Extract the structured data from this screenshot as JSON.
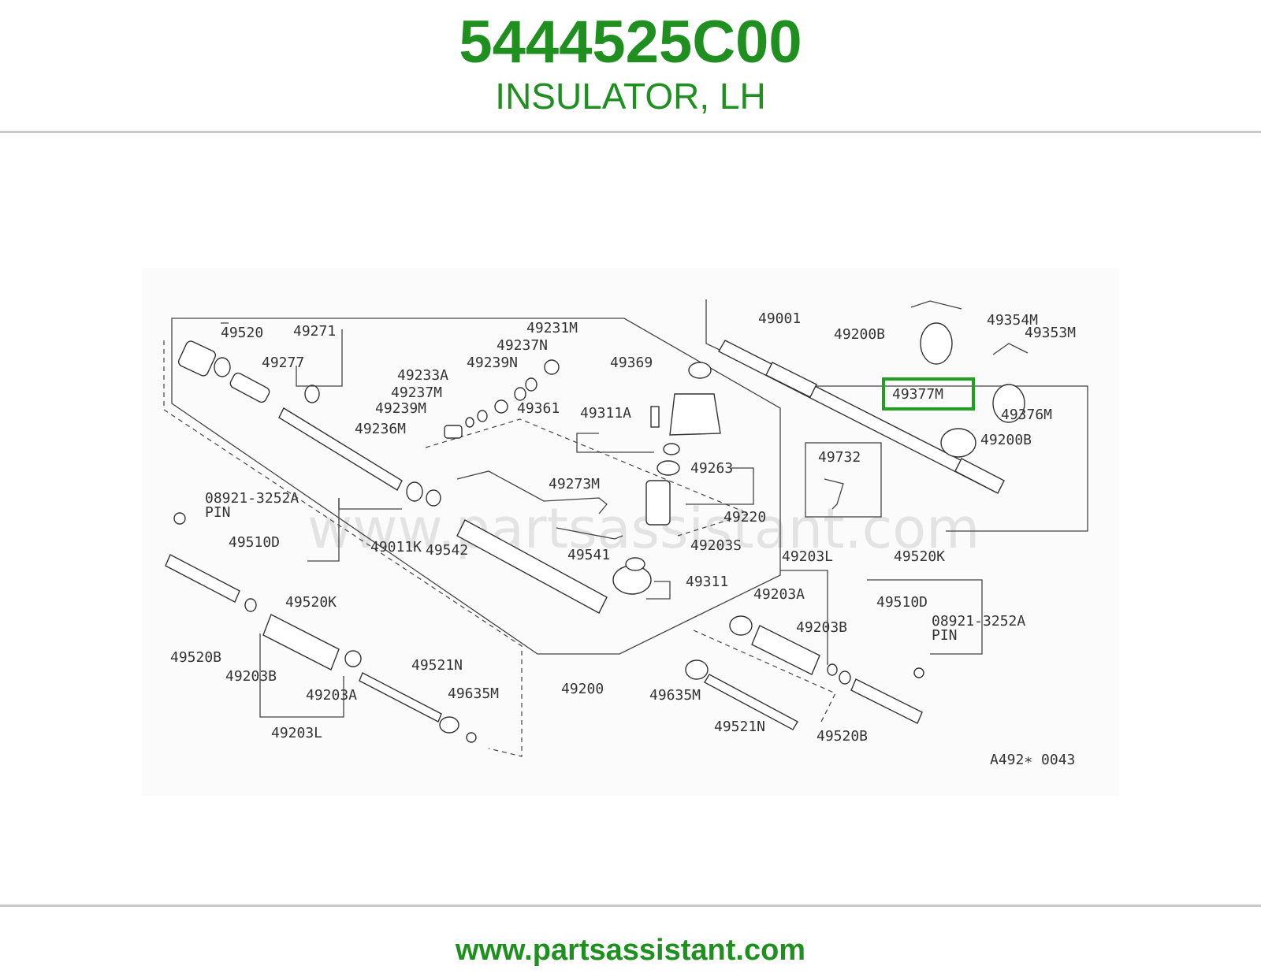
{
  "header": {
    "part_number": "5444525C00",
    "part_name": "INSULATOR, LH"
  },
  "footer": {
    "url": "www.partsassistant.com"
  },
  "diagram": {
    "watermark": "www.partsassistant.com",
    "diagram_code": "A492∗ 0043",
    "highlight_color": "#1fa01f",
    "highlighted_label": "49377M",
    "labels": {
      "l49520": "49520",
      "l49271": "49271",
      "l49277": "49277",
      "l49231M": "49231M",
      "l49237N": "49237N",
      "l49239N": "49239N",
      "l49233A": "49233A",
      "l49237M": "49237M",
      "l49239M": "49239M",
      "l49236M": "49236M",
      "l49361": "49361",
      "l49369": "49369",
      "l49311A": "49311A",
      "l49001": "49001",
      "l49200B_top": "49200B",
      "l49354M": "49354M",
      "l49353M": "49353M",
      "l49377M": "49377M",
      "l49376M": "49376M",
      "l49200B_mid": "49200B",
      "l49732": "49732",
      "l49263": "49263",
      "l49220": "49220",
      "l49273M": "49273M",
      "l49203S": "49203S",
      "l49541": "49541",
      "l49311": "49311",
      "l49011K": "49011K",
      "l49542": "49542",
      "l08921_left": "08921-3252A",
      "pin_left": "PIN",
      "l49510D_left": "49510D",
      "l49520K_left": "49520K",
      "l49520B_left": "49520B",
      "l49203B_left": "49203B",
      "l49203A_left": "49203A",
      "l49203L_left": "49203L",
      "l49521N_left": "49521N",
      "l49635M_left": "49635M",
      "l49200": "49200",
      "l49203L_right": "49203L",
      "l49203A_right": "49203A",
      "l49203B_right": "49203B",
      "l49635M_right": "49635M",
      "l49521N_right": "49521N",
      "l49520B_right": "49520B",
      "l49520K_right": "49520K",
      "l49510D_right": "49510D",
      "l08921_right": "08921-3252A",
      "pin_right": "PIN"
    }
  }
}
